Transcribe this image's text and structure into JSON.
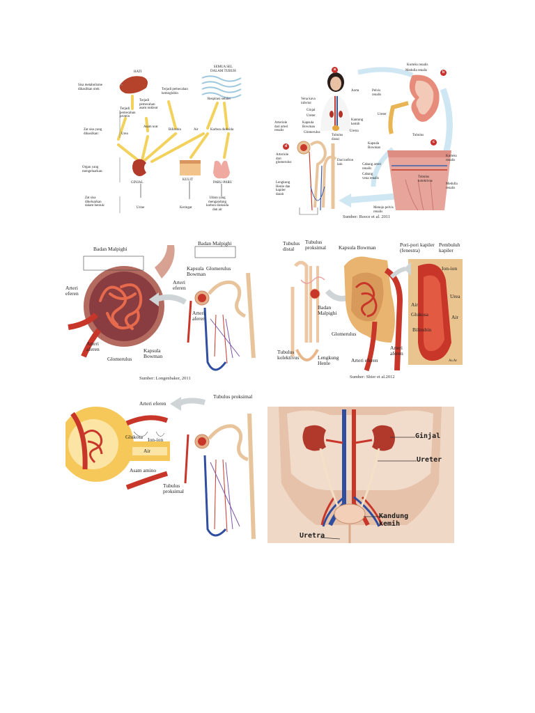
{
  "panel_a": {
    "hati": "HATI",
    "semua_sel": "SEMUA SEL\nDALAM TUBUH",
    "sisa_metabolisme": "Sisa metabolisme\ndihasilkan oleh:",
    "terjadi_hemoglobin": "Terjadi pemecahan\nhemoglobin",
    "respirasi_seluler": "Respirasi seluler",
    "terjadi_protein": "Terjadi\npemecahan\nprotein",
    "terjadi_asam_nukleat": "Terjadi\npemecahan\nasam nukleat",
    "zat_sisa": "Zat sisa yang\ndihasilkan:",
    "urea": "Urea",
    "asam_urat": "Asam urat",
    "bilirubin": "Bilirubin",
    "air": "Air",
    "karbon_dioksida": "Karbon dioksida",
    "organ": "Organ yang\nmengeluarkan:",
    "ginjal": "GINJAL",
    "kulit": "KULIT",
    "paru": "PARU-PARU",
    "zat_dikeluarkan": "Zat sisa\ndikeluarkan\ndalam bentuk:",
    "urine": "Urine",
    "keringat": "Keringat",
    "udara": "Udara yang\nmengandung\nkarbon dioksida\ndan air"
  },
  "panel_b": {
    "aorta": "Aorta",
    "vena_kava": "Vena kava\ninferior",
    "ginjal": "Ginjal",
    "ureter": "Ureter",
    "kantung_kemih": "Kantung\nkemih",
    "uretra": "Uretra",
    "korteks": "Korteks renalis",
    "medulla": "Medulla renalis",
    "pelvis": "Pelvis\nrenalis",
    "ureter2": "Ureter",
    "arteriole": "Arteriole\ndari arteri\nrenalis",
    "kapsula": "Kapsula\nBowman",
    "glomerulus": "Glomerulus",
    "tubulus_distal": "Tubulus\ndistal",
    "arteriole_glom": "Arteriole\ndari\nglomerulus",
    "dari_nefron": "Dari nefron\nlain",
    "lengkung": "Lengkung\nHenle dan\nkapiler\ndarah",
    "tubulus": "Tubulus",
    "kapsula2": "Kapsula\nBowman",
    "korteks2": "Korteks\nrenalis",
    "cabang_arteri": "Cabang arteri\nrenalis",
    "cabang_vena": "Cabang\nvena renalis",
    "tubulus_kolektivus": "Tubulus\nkolektivus",
    "medulla2": "Medulla\nrenalis",
    "menuju_pelvis": "Menuju pelvis\nrenalis",
    "sumber": "Sumber: Reece et al. 2011",
    "badges": [
      "a",
      "b",
      "c",
      "d"
    ]
  },
  "panel_c": {
    "badan_malpighi": "Badan Malpighi",
    "badan_malpighi2": "Badan Malpighi",
    "arteri_eferen": "Arteri\neferen",
    "arteri_aferen": "Arteri\naferen",
    "glomerulus": "Glomerulus",
    "kapsula_bowman": "Kapsula\nBowman",
    "kapsula_bowman2": "Kapsula\nBowman",
    "arteri_eferen2": "Arteri\neferen",
    "glomerulus2": "Glomerulus",
    "arteri_aferen2": "Arteri\naferen",
    "sumber": "Sumber: Longenbaker, 2011"
  },
  "panel_d": {
    "tubulus_distal": "Tubulus\ndistal",
    "tubulus_proksimal": "Tubulus\nproksimal",
    "kapsula_bowman": "Kapsula Bowman",
    "pori_pori": "Pori-pori kapiler\n(fenestra)",
    "pembuluh_kapiler": "Pembuluh\nkapiler",
    "ion_ion": "Ion-ion",
    "air": "Air",
    "glukosa": "Glukosa",
    "urea": "Urea",
    "air2": "Air",
    "bilirubin": "Bilirubin",
    "badan_malpighi": "Badan\nMalpighi",
    "glomerulus": "Glomerulus",
    "tubulus_kolektivus": "Tubulus\nkolektivus",
    "lengkung_henle": "Lengkung\nHenle",
    "arteri_eferen": "Arteri eferen",
    "arteri_aferen": "Arteri\naferen",
    "asam_amino": "As.Ar",
    "sumber": "Sumber: Shier et al.2012"
  },
  "panel_e": {
    "arteri_eferen": "Arteri eferen",
    "tubulus_proksimal": "Tubulus proksimal",
    "glukosa": "Glukosa",
    "ion_ion": "Ion-ion",
    "air": "Air",
    "asam_amino": "Asam amino",
    "tubulus_proksimal2": "Tubulus\nproksimal"
  },
  "panel_f": {
    "ginjal": "Ginjal",
    "ureter": "Ureter",
    "kandung_kemih": "Kandung\nkemih",
    "uretra": "Uretra"
  }
}
